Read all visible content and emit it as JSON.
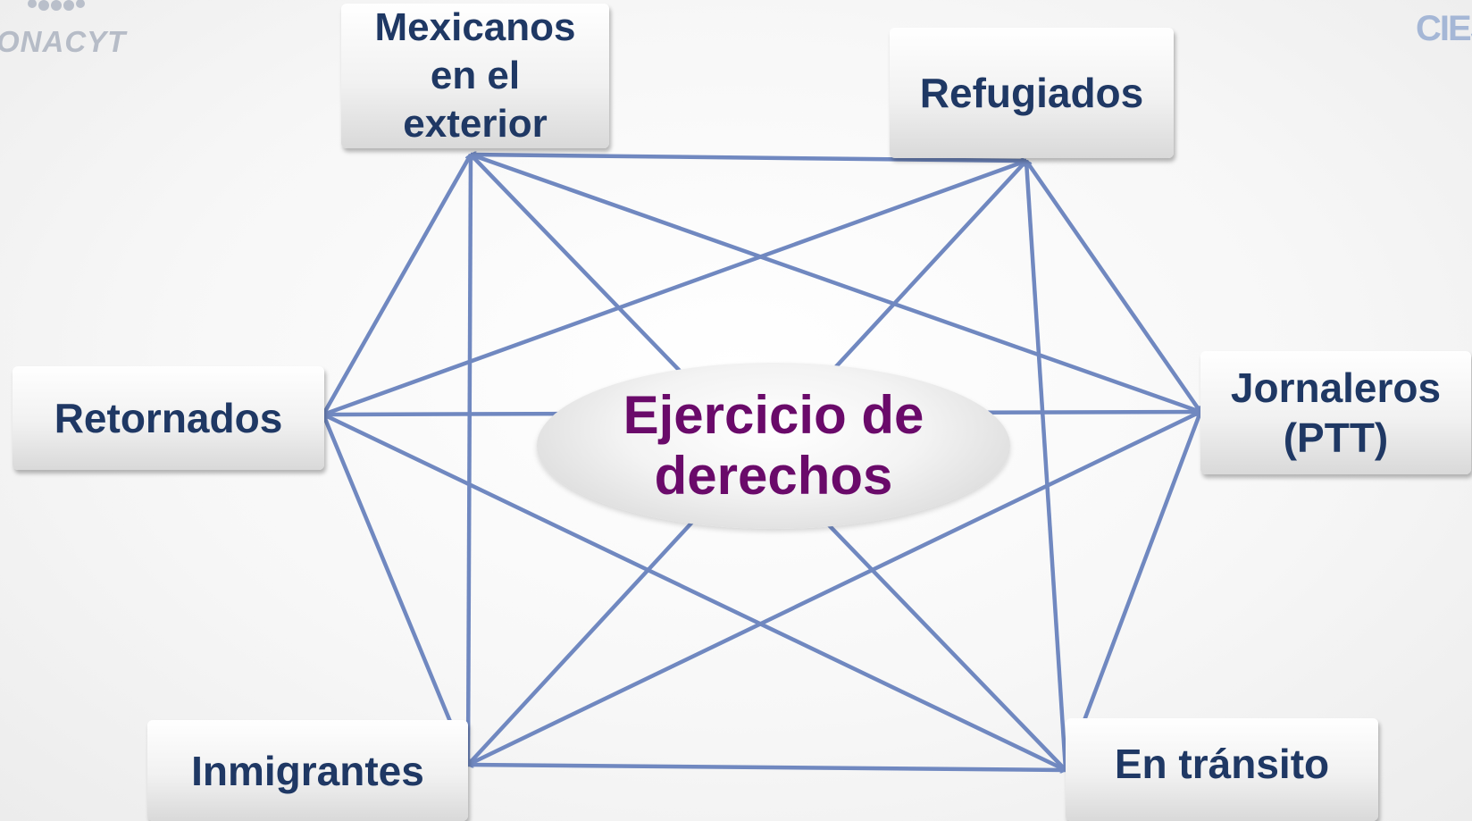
{
  "logos": {
    "left_text": "ONACYT",
    "right_text": "CIES"
  },
  "center": {
    "label": "Ejercicio de\nderechos"
  },
  "nodes": {
    "mexicanos": "Mexicanos\nen el\nexterior",
    "refugiados": "Refugiados",
    "retornados": "Retornados",
    "jornaleros": "Jornaleros\n(PTT)",
    "inmigrantes": "Inmigrantes",
    "transito": "En tránsito"
  },
  "colors": {
    "arrow": "#7088c0",
    "node_text": "#1f3864",
    "center_text": "#6a0a6a"
  },
  "connections": [
    [
      "mexicanos",
      "refugiados"
    ],
    [
      "mexicanos",
      "retornados"
    ],
    [
      "mexicanos",
      "inmigrantes"
    ],
    [
      "mexicanos",
      "jornaleros"
    ],
    [
      "mexicanos",
      "transito"
    ],
    [
      "refugiados",
      "retornados"
    ],
    [
      "refugiados",
      "jornaleros"
    ],
    [
      "refugiados",
      "transito"
    ],
    [
      "refugiados",
      "inmigrantes"
    ],
    [
      "retornados",
      "jornaleros"
    ],
    [
      "retornados",
      "inmigrantes"
    ],
    [
      "retornados",
      "transito"
    ],
    [
      "jornaleros",
      "inmigrantes"
    ],
    [
      "jornaleros",
      "transito"
    ],
    [
      "inmigrantes",
      "transito"
    ]
  ]
}
